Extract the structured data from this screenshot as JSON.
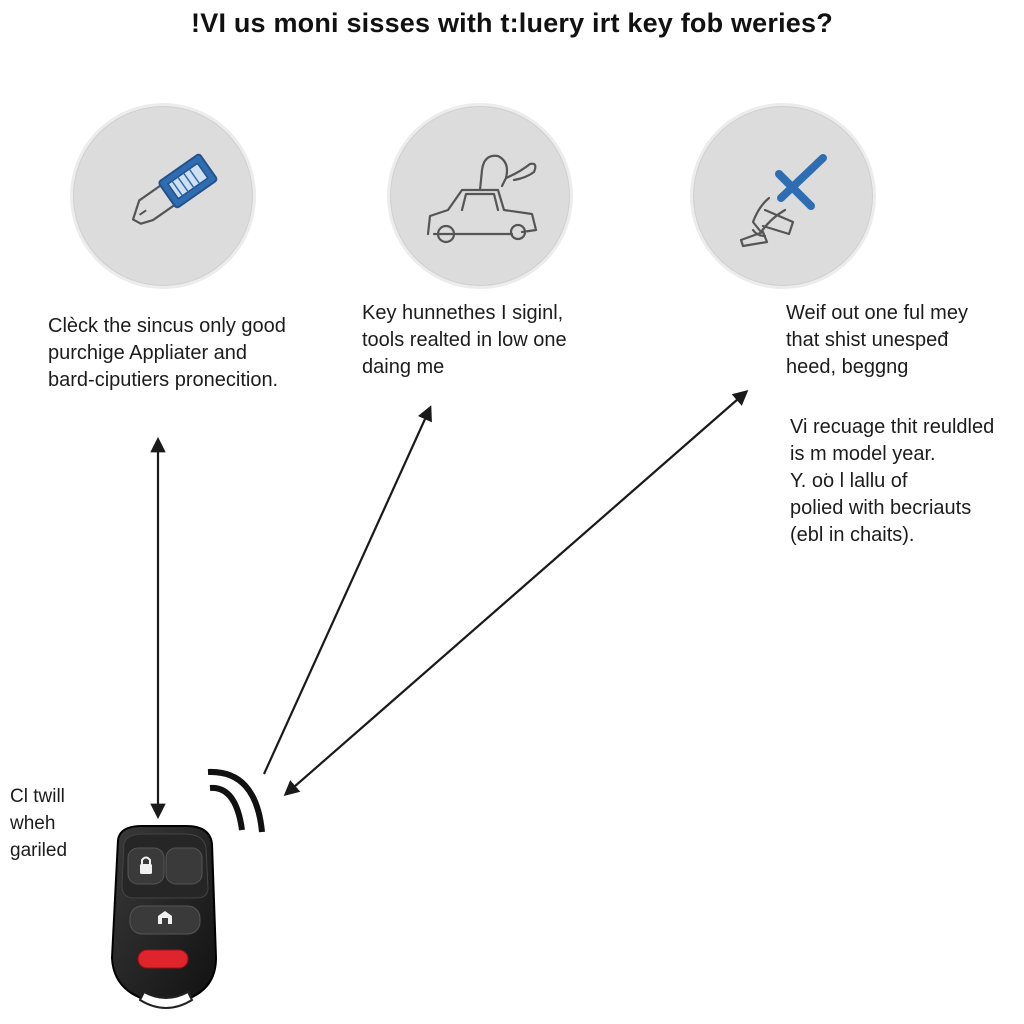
{
  "title": "!VI us moni sisses with t:luery irt key fob weries?",
  "panels": [
    {
      "icon": "key-blade-icon",
      "caption": [
        "Clèck the sincus only good",
        "purchige Appliater and",
        "bard-ciputiers pronecition."
      ]
    },
    {
      "icon": "car-diagnostic-icon",
      "caption": [
        "Key hunnethes I siginl,",
        "tools realted in low one",
        "daing me"
      ]
    },
    {
      "icon": "tool-pliers-icon",
      "caption": [
        "Weif out one ful mey",
        "that shist unespeđ",
        "heed, beggng"
      ]
    }
  ],
  "note_right": [
    "Vi recuage thit reuldled",
    "is m model year.",
    "Y.  o͘o l lallu of",
    "polied with becriauts",
    "(ebl in chaits)."
  ],
  "note_left": [
    "Cl twill",
    "wheh",
    "gariled"
  ],
  "colors": {
    "accent": "#2f6db3",
    "circle_bg": "#dcdcdc",
    "fob_body": "#1e1e1e",
    "fob_panic": "#e0242b",
    "arrow": "#1a1a1a"
  },
  "fob_buttons": [
    "lock-icon",
    "unlock-icon",
    "panic-button"
  ]
}
